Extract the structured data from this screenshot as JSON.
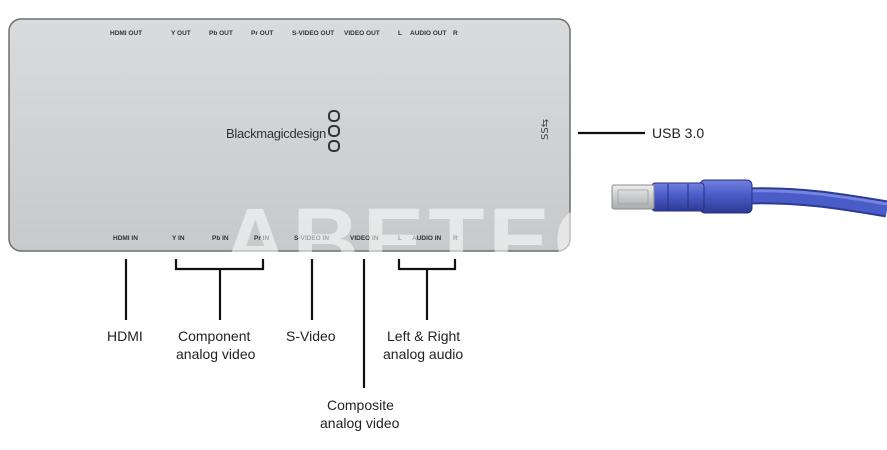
{
  "device": {
    "brand": "Blackmagicdesign",
    "usb_symbol": "SS⇆"
  },
  "top_ports": {
    "hdmi_out": "HDMI OUT",
    "y_out": "Y OUT",
    "pb_out": "Pb OUT",
    "pr_out": "Pr OUT",
    "svideo_out": "S-VIDEO OUT",
    "video_out": "VIDEO OUT",
    "l": "L",
    "audio_out": "AUDIO OUT",
    "r": "R"
  },
  "bottom_ports": {
    "hdmi_in": "HDMI IN",
    "y_in": "Y IN",
    "pb_in": "Pb IN",
    "pr_in": "Pr IN",
    "svideo_in": "S-VIDEO IN",
    "video_in": "VIDEO IN",
    "l": "L",
    "audio_in": "AUDIO IN",
    "r": "R"
  },
  "callouts": {
    "usb": "USB 3.0",
    "hdmi": "HDMI",
    "component_1": "Component",
    "component_2": "analog video",
    "svideo": "S-Video",
    "audio_1": "Left & Right",
    "audio_2": "analog audio",
    "composite_1": "Composite",
    "composite_2": "analog video"
  },
  "watermark": "ABETEC",
  "colors": {
    "device_fill": "#cfd1d3",
    "device_stroke": "#6e6f71",
    "cable": "#4a5cc7",
    "cable_dark": "#2e3a94",
    "connector": "#d7d9db"
  }
}
